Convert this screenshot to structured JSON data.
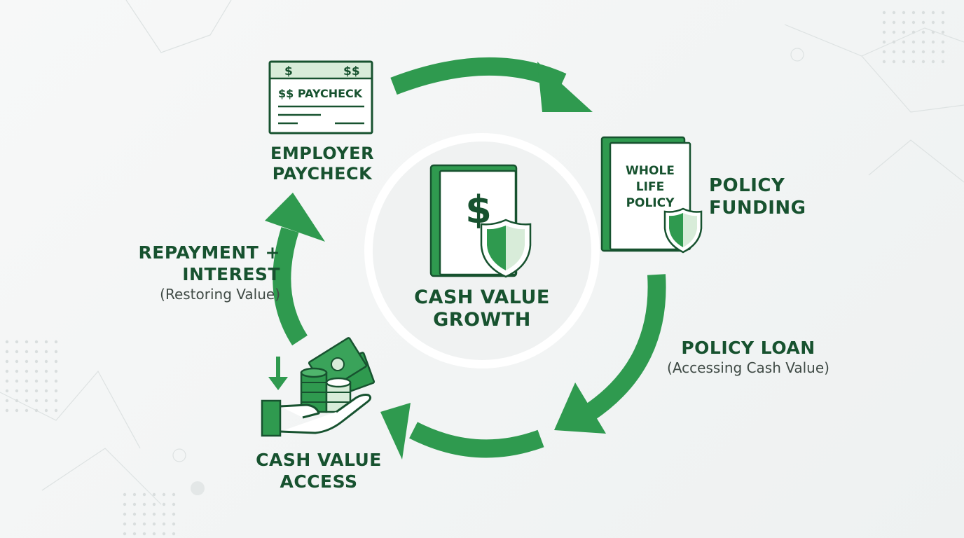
{
  "colors": {
    "green": "#2f9a4f",
    "dark_green": "#17522f",
    "light_green": "#d8ecd9",
    "text_gray": "#3f4a45",
    "background": "#f2f4f4"
  },
  "center": {
    "icon": "book-with-dollar-and-shield-icon",
    "dollar_sign": "$",
    "label_line1": "CASH VALUE",
    "label_line2": "GROWTH"
  },
  "nodes": {
    "paycheck": {
      "icon": "paycheck-icon",
      "icon_text_top_left": "$",
      "icon_text_top_right": "$$",
      "icon_text_main": "$$ PAYCHECK",
      "label_line1": "EMPLOYER",
      "label_line2": "PAYCHECK"
    },
    "policy": {
      "icon": "whole-life-policy-book-icon",
      "icon_text_line1": "WHOLE",
      "icon_text_line2": "LIFE",
      "icon_text_line3": "POLICY",
      "label_line1": "POLICY",
      "label_line2": "FUNDING"
    },
    "loan": {
      "label": "POLICY LOAN",
      "sublabel": "(Accessing Cash Value)"
    },
    "access": {
      "icon": "hand-with-cash-and-coins-icon",
      "label_line1": "CASH VALUE",
      "label_line2": "ACCESS"
    },
    "repayment": {
      "label_line1": "REPAYMENT +",
      "label_line2": "INTEREST",
      "sublabel": "(Restoring Value)"
    }
  }
}
